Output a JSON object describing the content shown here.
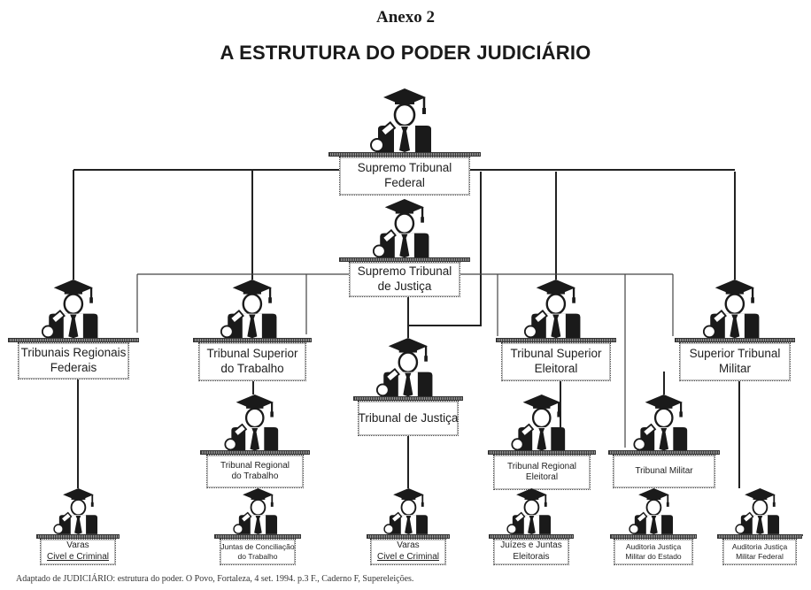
{
  "header": {
    "annex": "Anexo 2",
    "title": "A ESTRUTURA DO PODER JUDICIÁRIO"
  },
  "icon": "judge-at-desk-with-gavel-icon",
  "colors": {
    "ink": "#1a1a1a",
    "background": "#ffffff"
  },
  "nodes": [
    {
      "id": "stf",
      "lines": [
        "Supremo Tribunal",
        "Federal"
      ],
      "level": 0
    },
    {
      "id": "stj",
      "lines": [
        "Supremo Tribunal",
        "de Justiça"
      ],
      "level": 1,
      "parent": "stf"
    },
    {
      "id": "trf",
      "lines": [
        "Tribunais Regionais",
        "Federais"
      ],
      "level": 2,
      "parent": "stf"
    },
    {
      "id": "tst",
      "lines": [
        "Tribunal Superior",
        "do Trabalho"
      ],
      "level": 2,
      "parent": "stf"
    },
    {
      "id": "tse",
      "lines": [
        "Tribunal Superior",
        "Eleitoral"
      ],
      "level": 2,
      "parent": "stf"
    },
    {
      "id": "stm",
      "lines": [
        "Superior Tribunal",
        "Militar"
      ],
      "level": 2,
      "parent": "stf"
    },
    {
      "id": "tj",
      "lines": [
        "Tribunal de Justiça"
      ],
      "level": 3,
      "parent": "stf"
    },
    {
      "id": "trt",
      "lines": [
        "Tribunal Regional",
        "do Trabalho"
      ],
      "level": 3,
      "parent": "tst"
    },
    {
      "id": "tre",
      "lines": [
        "Tribunal Regional",
        "Eleitoral"
      ],
      "level": 3,
      "parent": "tse"
    },
    {
      "id": "tm",
      "lines": [
        "Tribunal Militar"
      ],
      "level": 3,
      "parent": "stj"
    },
    {
      "id": "varas1",
      "lines": [
        "Varas",
        "Civel e Criminal"
      ],
      "level": 4,
      "parent": "trf"
    },
    {
      "id": "jct",
      "lines": [
        "Juntas de Conciliação",
        "do Trabalho"
      ],
      "level": 4,
      "parent": "trt"
    },
    {
      "id": "varas2",
      "lines": [
        "Varas",
        "Civel e Criminal"
      ],
      "level": 4,
      "parent": "tj"
    },
    {
      "id": "jje",
      "lines": [
        "Juízes e Juntas",
        "Eleitorais"
      ],
      "level": 4,
      "parent": "tre"
    },
    {
      "id": "ajme",
      "lines": [
        "Auditoria Justiça",
        "Militar do Estado"
      ],
      "level": 4,
      "parent": "tm"
    },
    {
      "id": "ajmf",
      "lines": [
        "Auditoria Justiça",
        "Militar Federal"
      ],
      "level": 4,
      "parent": "stm"
    }
  ],
  "footer": {
    "source": "Adaptado de JUDICIÁRIO: estrutura do poder. O Povo, Fortaleza, 4 set. 1994. p.3 F., Caderno F, Supereleições."
  }
}
